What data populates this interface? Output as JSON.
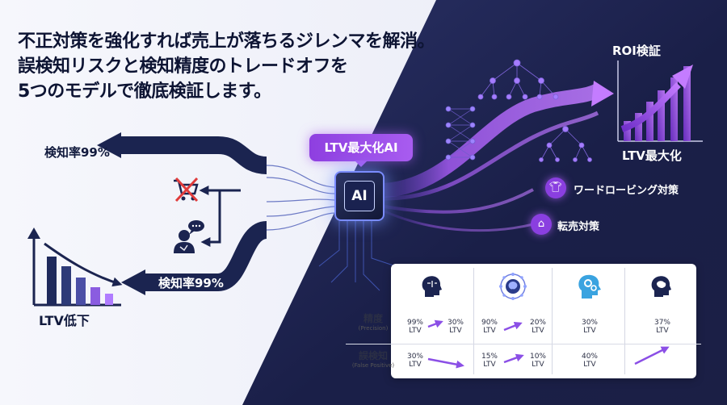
{
  "headline": {
    "line1": "不正対策を強化すれば売上が落ちるジレンマを解消。",
    "line2": "誤検知リスクと検知精度のトレードオフを",
    "line3": "5つのモデルで徹底検証します。"
  },
  "left_flow": {
    "top_arrow_label": "検知率99%",
    "bottom_arrow_label": "検知率99%",
    "result_label": "LTV低下",
    "icons": [
      "cart-blocked-icon",
      "frustrated-customer-icon"
    ]
  },
  "center": {
    "badge_label": "LTV最大化AI",
    "chip_label": "AI"
  },
  "right_flow": {
    "roi_label": "ROI検証",
    "ltv_label": "LTV最大化",
    "features": [
      {
        "label": "ワードロービング対策",
        "icon": "shirt-icon"
      },
      {
        "label": "転売対策",
        "icon": "store-icon"
      }
    ]
  },
  "comparison": {
    "rows": [
      {
        "label": "精度",
        "sublabel": "(Precision)"
      },
      {
        "label": "誤検知",
        "sublabel": "(False Positive)"
      }
    ],
    "models": [
      {
        "icon": "model-head-1-icon",
        "precision": [
          "99%\nLTV",
          "30%\nLTV"
        ],
        "false_positive": [
          "30%\nLTV",
          ""
        ]
      },
      {
        "icon": "model-brain-icon",
        "precision": [
          "90%\nLTV",
          "20%\nLTV"
        ],
        "false_positive": [
          "15%\nLTV",
          "10%\nLTV"
        ]
      },
      {
        "icon": "model-gears-icon",
        "precision": [
          "30%\nLTV",
          ""
        ],
        "false_positive": [
          "40%\nLTV",
          ""
        ]
      },
      {
        "icon": "model-head-2-icon",
        "precision": [
          "37%\nLTV",
          ""
        ],
        "false_positive": [
          "",
          ""
        ]
      }
    ]
  },
  "colors": {
    "dark_navy": "#1b2450",
    "purple": "#a35af0",
    "background_light": "#f3f4fb"
  }
}
